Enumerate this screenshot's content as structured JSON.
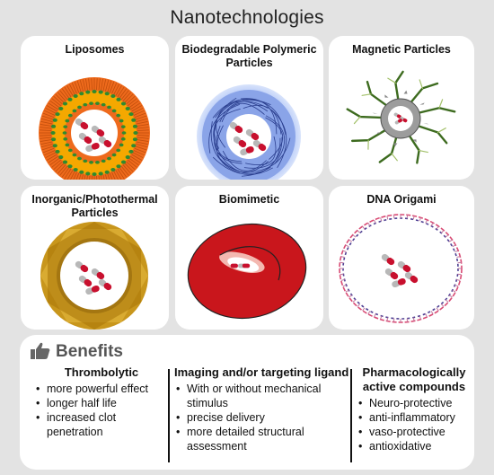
{
  "title": "Nanotechnologies",
  "cards": [
    {
      "title": "Liposomes"
    },
    {
      "title": "Biodegradable Polymeric Particles"
    },
    {
      "title": "Magnetic Particles"
    },
    {
      "title": "Inorganic/Photothermal Particles"
    },
    {
      "title": "Biomimetic"
    },
    {
      "title": "DNA Origami"
    }
  ],
  "benefits": {
    "heading": "Benefits",
    "columns": [
      {
        "heading": "Thrombolytic",
        "items": [
          "more powerful effect",
          "longer half life",
          "increased clot penetration"
        ]
      },
      {
        "heading": "Imaging and/or targeting ligand",
        "items": [
          "With or without mechanical stimulus",
          "precise delivery",
          "more detailed structural assessment"
        ]
      },
      {
        "heading": "Pharmacologically active compounds",
        "items": [
          "Neuro-protective",
          "anti-inflammatory",
          "vaso-protective",
          "antioxidative"
        ]
      }
    ]
  },
  "colors": {
    "background": "#e3e3e3",
    "card": "#ffffff",
    "capsule_red": "#c8102e",
    "capsule_grey": "#b8b8b8"
  }
}
